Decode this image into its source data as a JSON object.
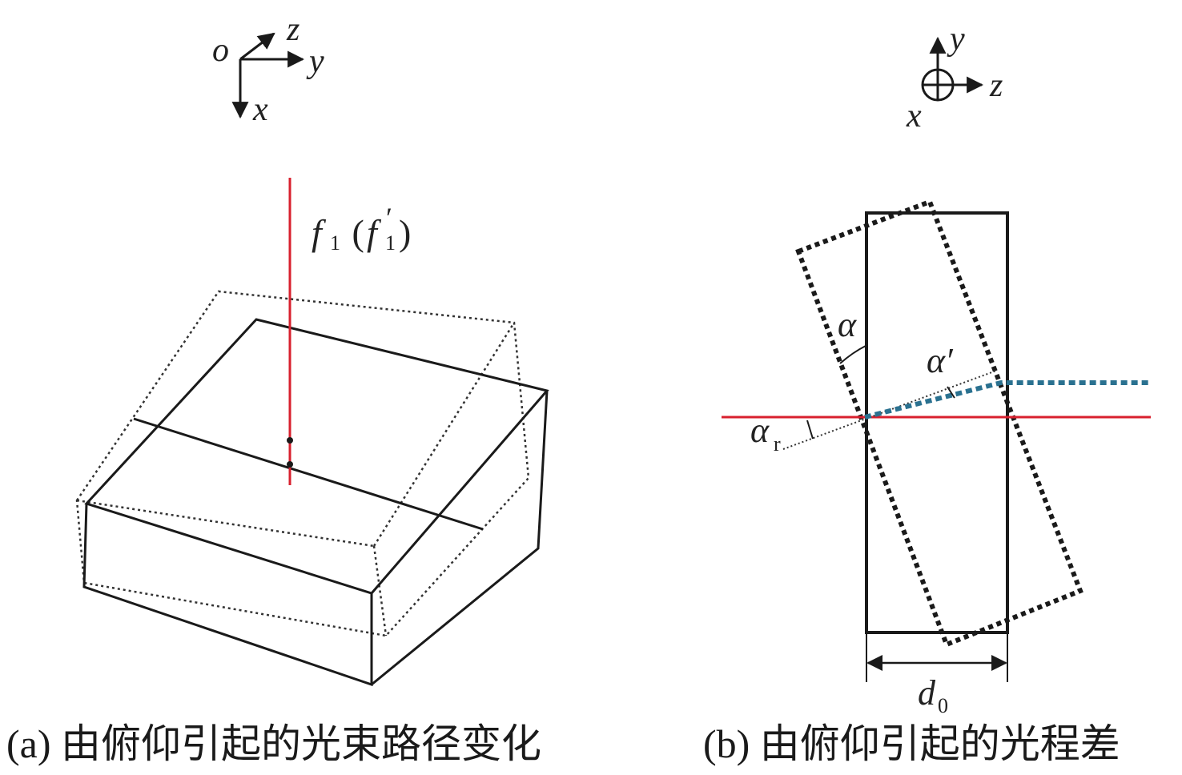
{
  "captions": {
    "a": "(a) 由俯仰引起的光束路径变化",
    "b": "(b) 由俯仰引起的光程差"
  },
  "panel_a": {
    "axes": {
      "origin": "o",
      "z": "z",
      "y": "y",
      "x": "x"
    },
    "beam_label": {
      "f": "f",
      "sub": "1",
      "open": " (",
      "fp": "f",
      "prime": "′",
      "sub2": "1",
      "close": ")"
    }
  },
  "panel_b": {
    "axes": {
      "y": "y",
      "z": "z",
      "x": "x"
    },
    "alpha": "α",
    "alpha_prime": "α′",
    "alpha_r": "α",
    "alpha_r_sub": "r",
    "d0": "d",
    "d0_sub": "0"
  },
  "colors": {
    "beam": "#d8202e",
    "refracted": "#2a7190",
    "lines": "#1a1a1a"
  }
}
